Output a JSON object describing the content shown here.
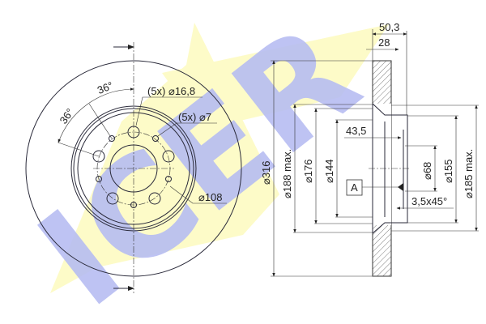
{
  "watermark": {
    "brand": "ICER",
    "blue": "#b7bdf2",
    "yellow": "#fdfbc8"
  },
  "front_view": {
    "angle_1": "36°",
    "angle_2": "36°",
    "bolt_holes": "(5x) ⌀16,8",
    "small_holes": "(5x) ⌀7",
    "pcd": "⌀108"
  },
  "side_view": {
    "overall_height": "50,3",
    "thickness": "28",
    "outer_diameter": "⌀316",
    "d188": "⌀188 max.",
    "d176": "⌀176",
    "d144": "⌀144",
    "depth": "43,5",
    "datum": "A",
    "center_bore": "⌀68",
    "d155": "⌀155",
    "d185": "⌀185 max.",
    "chamfer": "3,5x45°"
  }
}
